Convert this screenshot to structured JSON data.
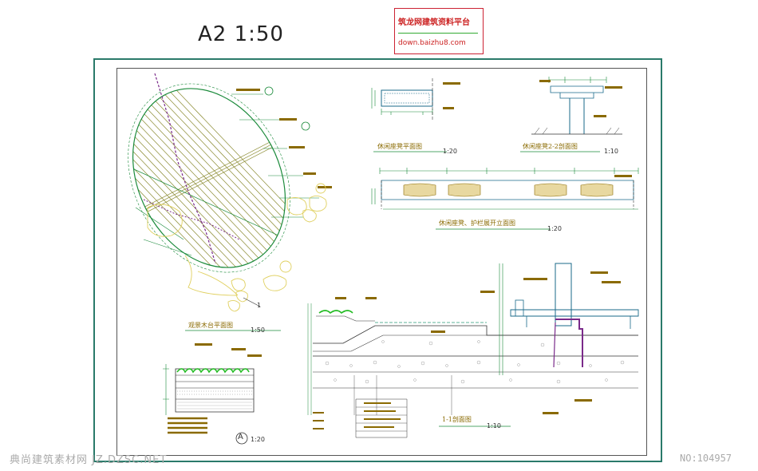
{
  "sheet": {
    "title": "A2 1:50"
  },
  "logo": {
    "line1": "筑龙网建筑资料平台",
    "line2": "down.baizhu8.com"
  },
  "details": {
    "plan": {
      "caption": "观景木台平面图",
      "scale": "1:50"
    },
    "bench_plan": {
      "caption": "休闲座凳平面图",
      "scale": "1:20"
    },
    "bench_section": {
      "caption": "休闲座凳2-2剖面图",
      "scale": "1:10"
    },
    "elevation": {
      "caption": "休闲座凳、护栏展开立面图",
      "scale": "1:20"
    },
    "section": {
      "caption": "1-1剖面图",
      "scale": "1:10"
    },
    "detail_a": {
      "marker": "A",
      "scale": "1:20"
    },
    "plan_marker": "1"
  },
  "watermark": {
    "left": "典尚建筑素材网 JZ.DZSC.NET",
    "right": "NO:104957"
  },
  "colors": {
    "frame": "#2a7a6a",
    "decking": "#8a8a30",
    "dimension": "#1a8a3a",
    "structure": "#1a6a8a",
    "tree": "#e0d060",
    "grass": "#22bb22",
    "pipe": "#7a2a8a"
  }
}
